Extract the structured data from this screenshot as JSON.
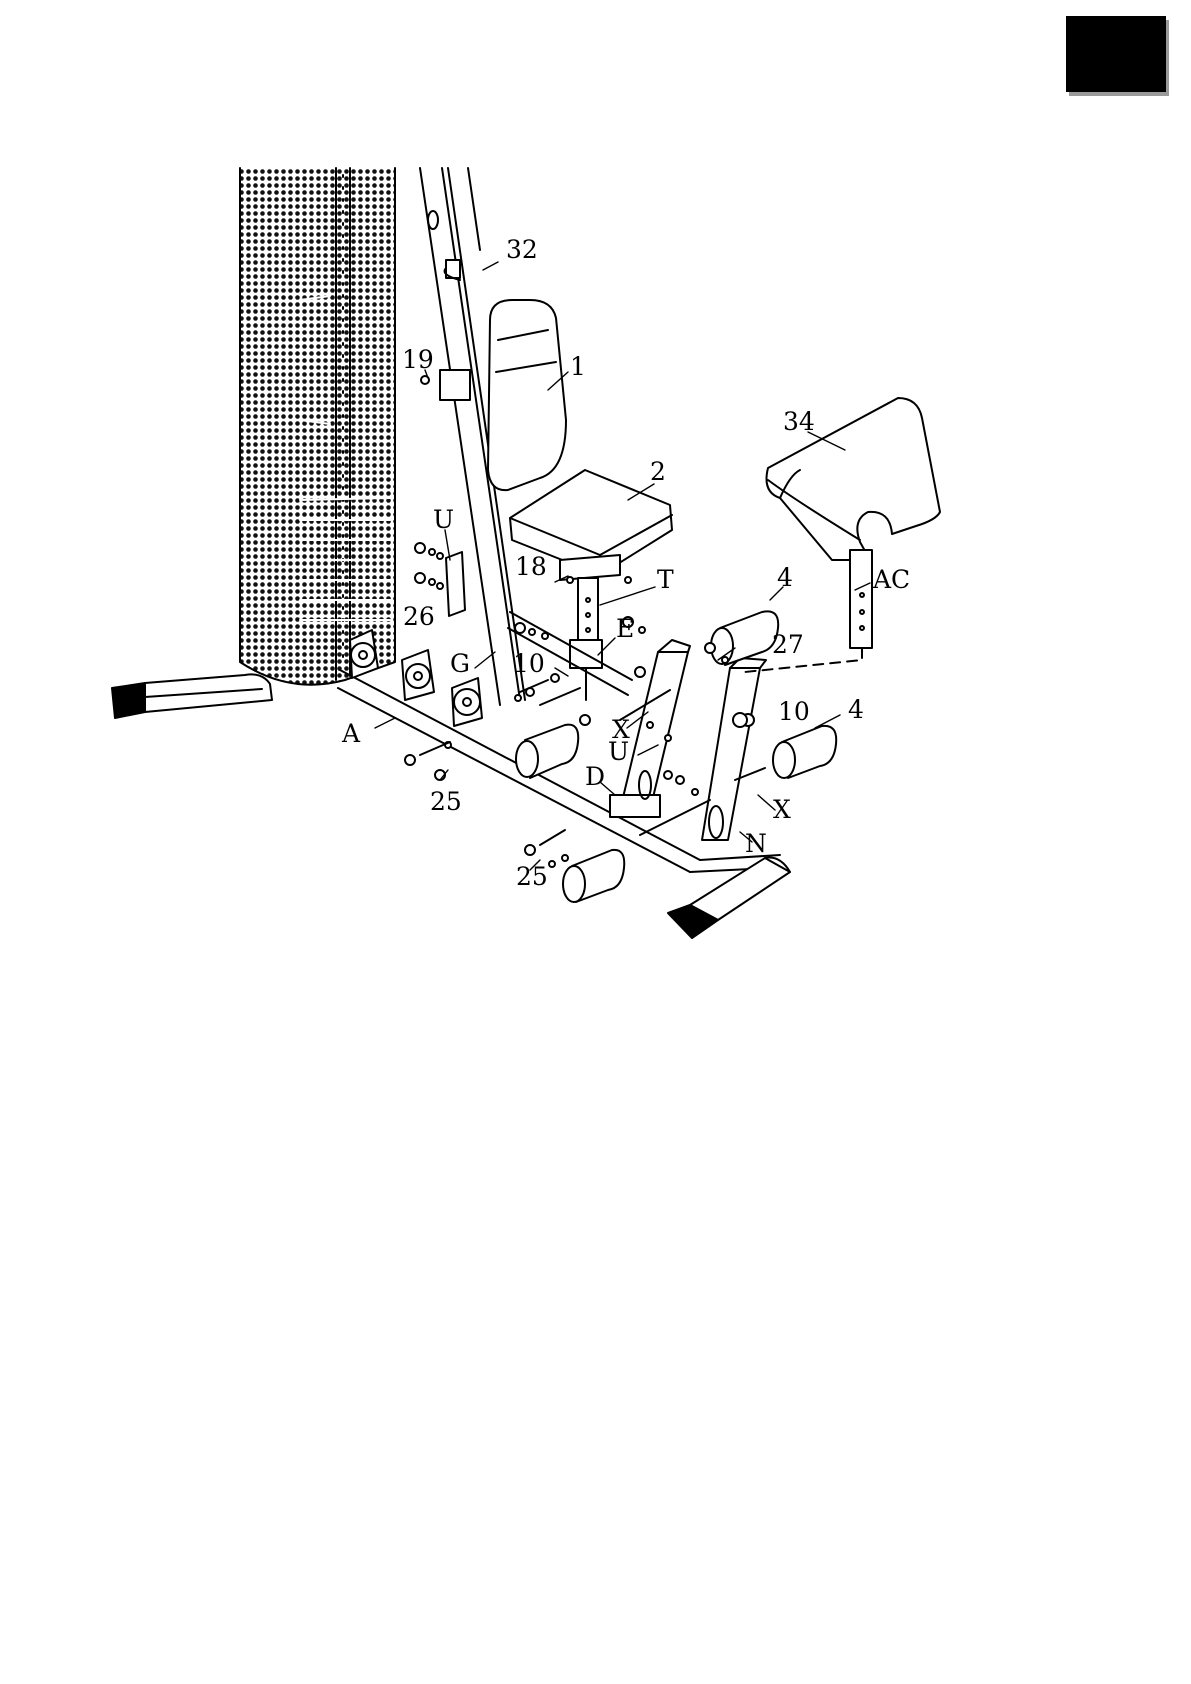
{
  "diagram": {
    "callouts": {
      "c32": "32",
      "c1": "1",
      "c19": "19",
      "c34": "34",
      "c2": "2",
      "cU1": "U",
      "c18": "18",
      "cT": "T",
      "c4a": "4",
      "cAC": "AC",
      "c26": "26",
      "cE": "E",
      "c27": "27",
      "cG": "G",
      "c10a": "10",
      "c10b": "10",
      "c4b": "4",
      "cX1": "X",
      "cA": "A",
      "cU2": "U",
      "cD": "D",
      "c25a": "25",
      "cX2": "X",
      "cN": "N",
      "c25b": "25"
    }
  },
  "colors": {
    "ink": "#000000",
    "tab": "#000000",
    "tab_shadow": "#9a9a9a",
    "paper": "#ffffff"
  }
}
